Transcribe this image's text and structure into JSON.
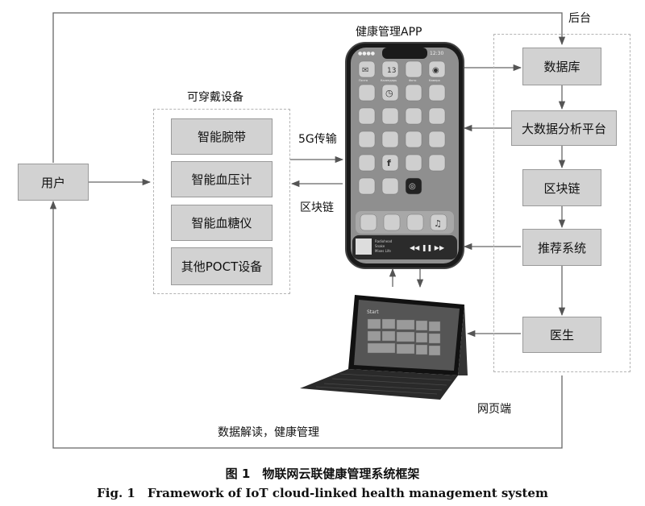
{
  "backend_label": "后台",
  "app_label": "健康管理APP",
  "wearables_label": "可穿戴设备",
  "user": "用户",
  "devices": [
    "智能腕带",
    "智能血压计",
    "智能血糖仪",
    "其他POCT设备"
  ],
  "edge_5g": "5G传输",
  "edge_blockchain": "区块链",
  "backend_nodes": [
    "数据库",
    "大数据分析平台",
    "区块链",
    "推荐系统",
    "医生"
  ],
  "web_label": "网页端",
  "feedback_label": "数据解读，健康管理",
  "phone_screen": {
    "status": "12:30",
    "apps_row1": [
      "Почта",
      "Календарь",
      "Фото",
      "Камера"
    ],
    "music_track": [
      "Radiohead",
      "Snake",
      "Mixes Life"
    ]
  },
  "tablet_screen": {
    "start": "Start"
  },
  "caption_cn": "图 1　物联网云联健康管理系统框架",
  "caption_en": "Fig. 1　Framework of IoT cloud-linked health management system"
}
